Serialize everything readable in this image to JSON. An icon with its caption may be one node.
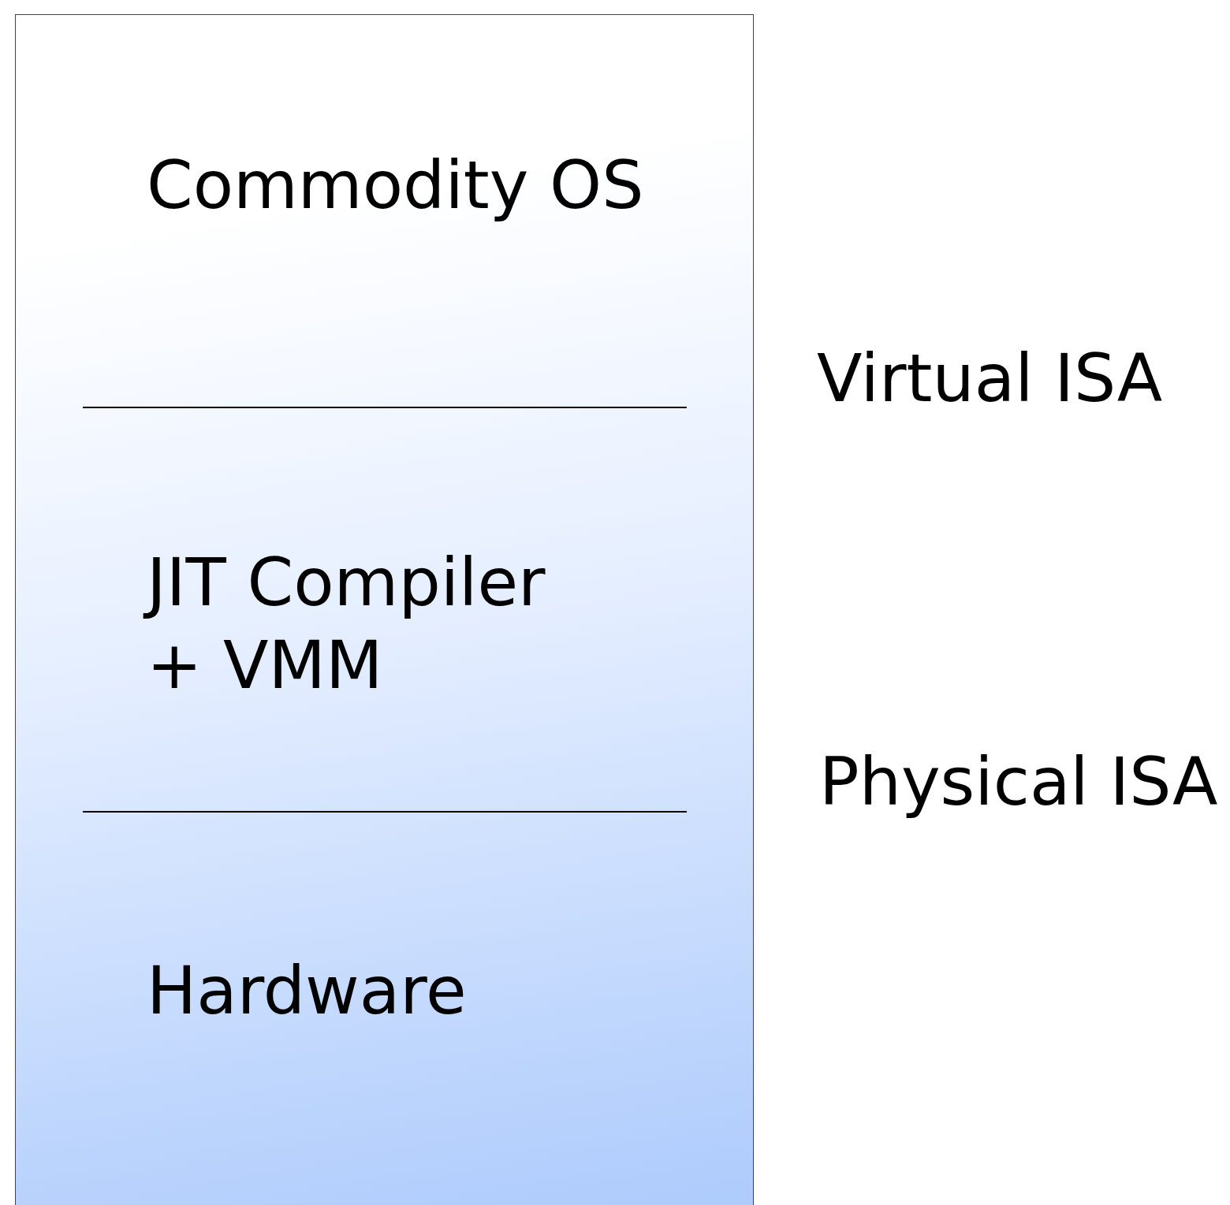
{
  "diagram": {
    "nodes": [
      {
        "text": [],
        "shape": "box"
      },
      {
        "text": [
          "Commodity OS"
        ],
        "in": 0
      },
      {
        "text": [
          "JIT Compiler + VMM"
        ],
        "in": 0
      },
      {
        "text": [
          "Hardware"
        ],
        "in": 0
      }
    ],
    "labels": [
      "Virtual ISA",
      "Physical ISA"
    ]
  }
}
